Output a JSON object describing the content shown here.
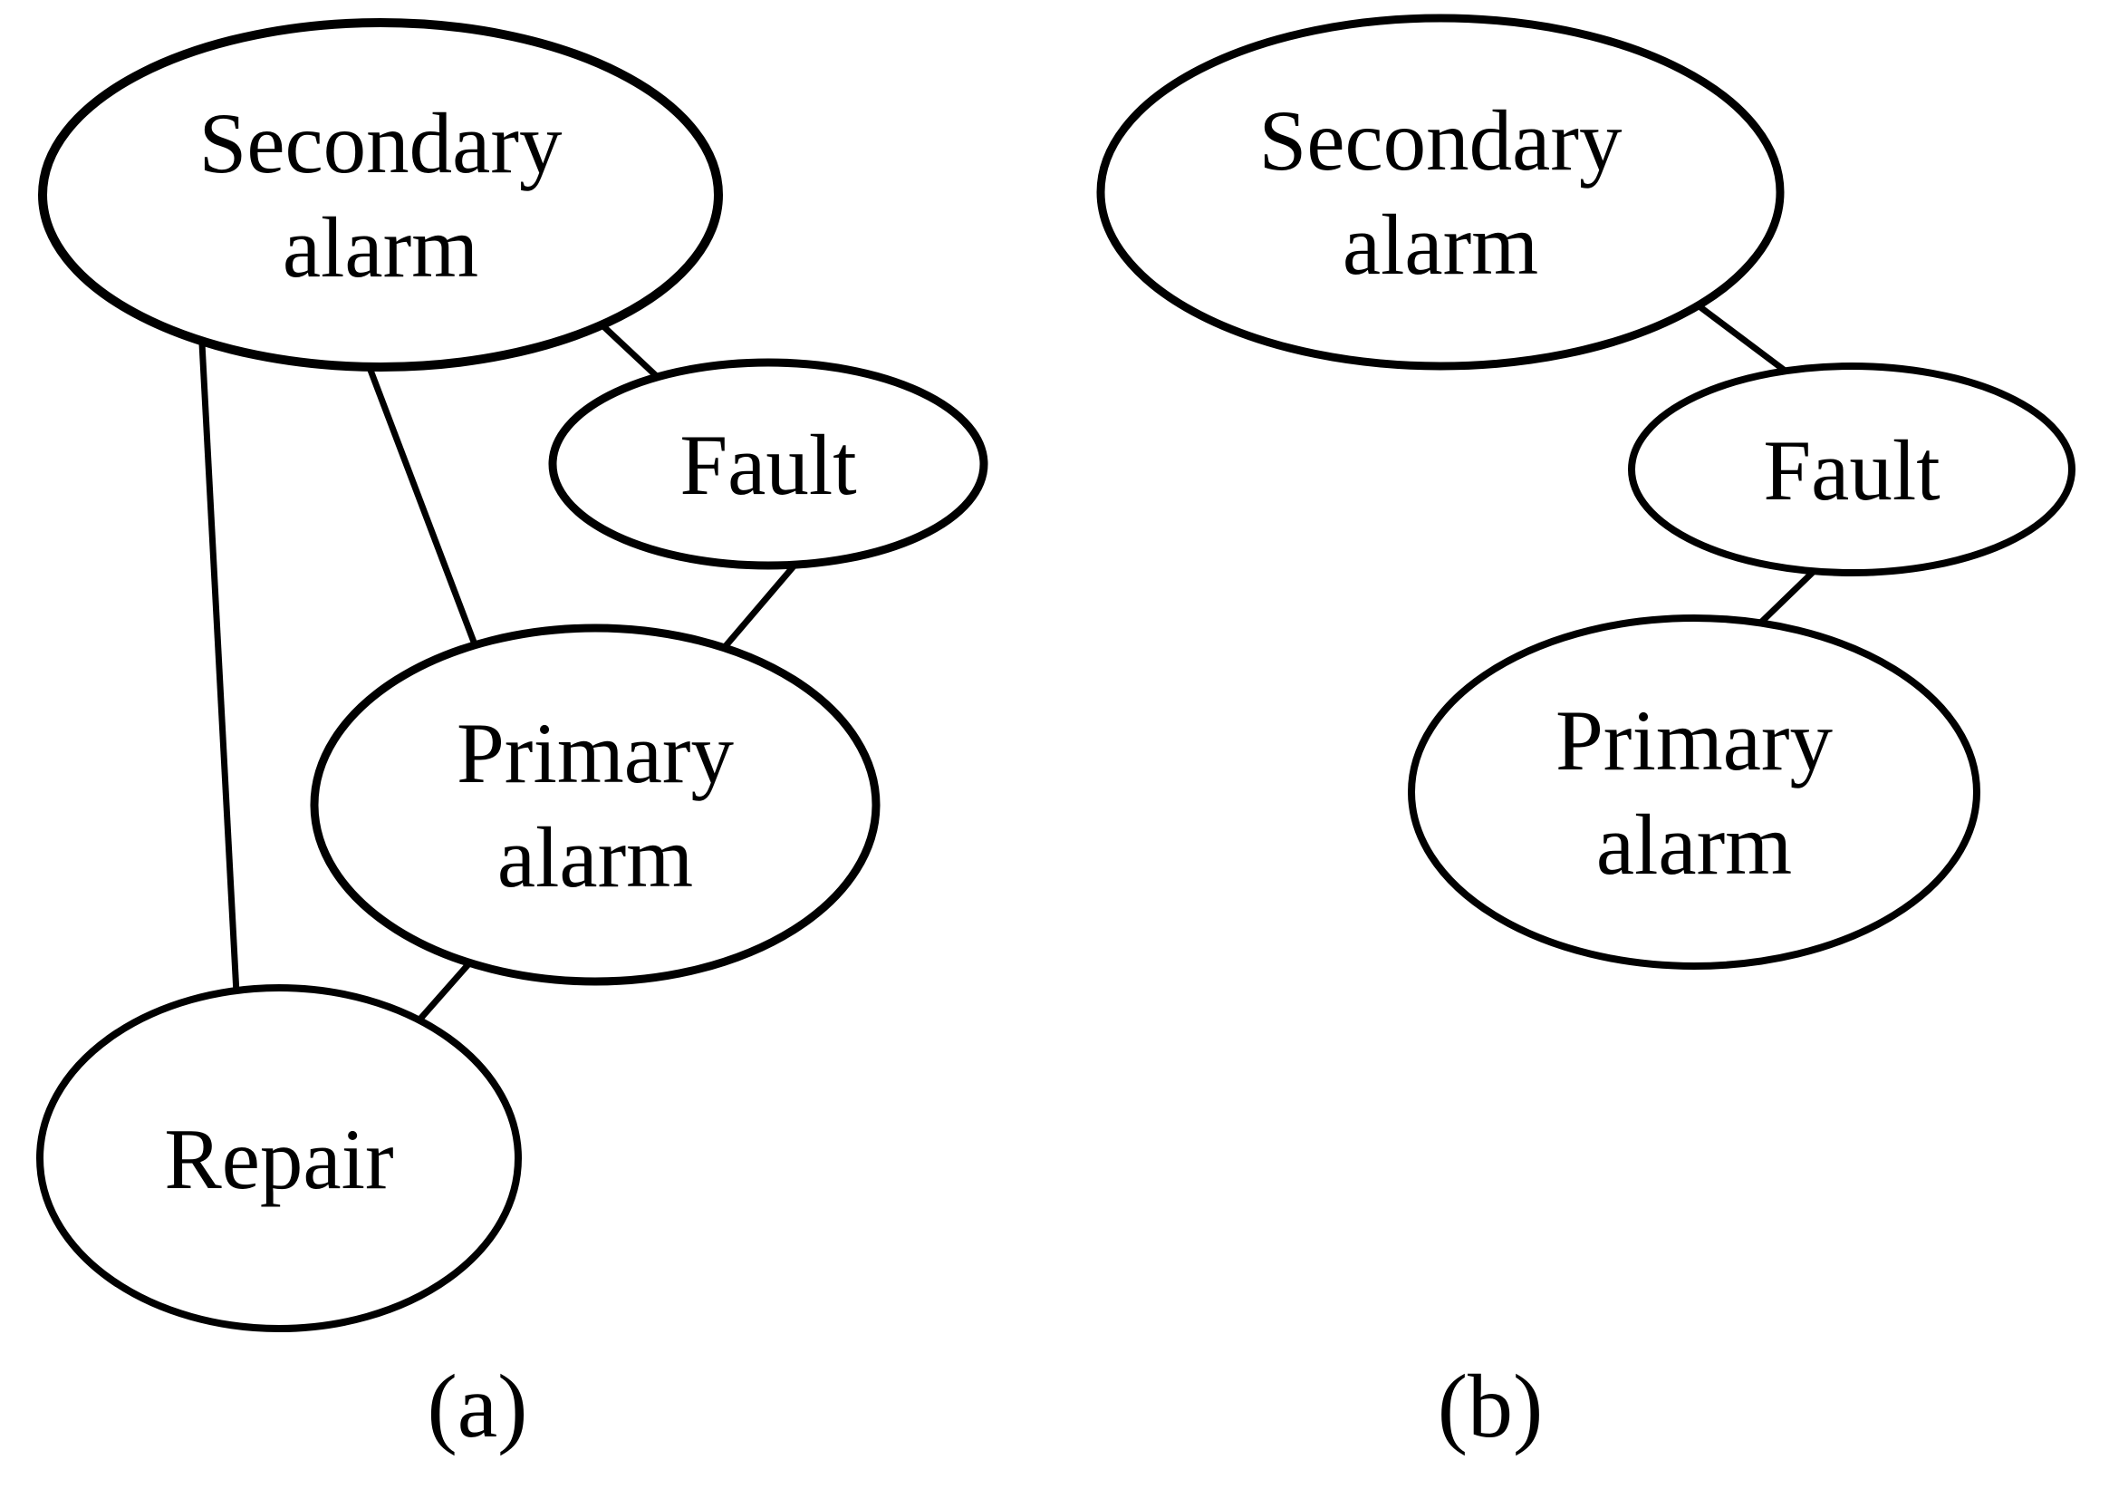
{
  "figure": {
    "type": "undirected-graph-diagram",
    "background_color": "#ffffff",
    "node_fill_color": "#ffffff",
    "node_stroke_color": "#000000",
    "edge_color": "#000000",
    "text_color": "#000000"
  },
  "panel_a": {
    "caption": "(a)",
    "nodes": {
      "secondary_alarm": {
        "label_line1": "Secondary",
        "label_line2": "alarm"
      },
      "fault": {
        "label": "Fault"
      },
      "primary_alarm": {
        "label_line1": "Primary",
        "label_line2": "alarm"
      },
      "repair": {
        "label": "Repair"
      }
    },
    "edges": [
      "secondary_alarm - fault",
      "secondary_alarm - primary_alarm",
      "secondary_alarm - repair",
      "fault - primary_alarm",
      "primary_alarm - repair"
    ]
  },
  "panel_b": {
    "caption": "(b)",
    "nodes": {
      "secondary_alarm": {
        "label_line1": "Secondary",
        "label_line2": "alarm"
      },
      "fault": {
        "label": "Fault"
      },
      "primary_alarm": {
        "label_line1": "Primary",
        "label_line2": "alarm"
      }
    },
    "edges": [
      "secondary_alarm - fault",
      "fault - primary_alarm"
    ]
  }
}
